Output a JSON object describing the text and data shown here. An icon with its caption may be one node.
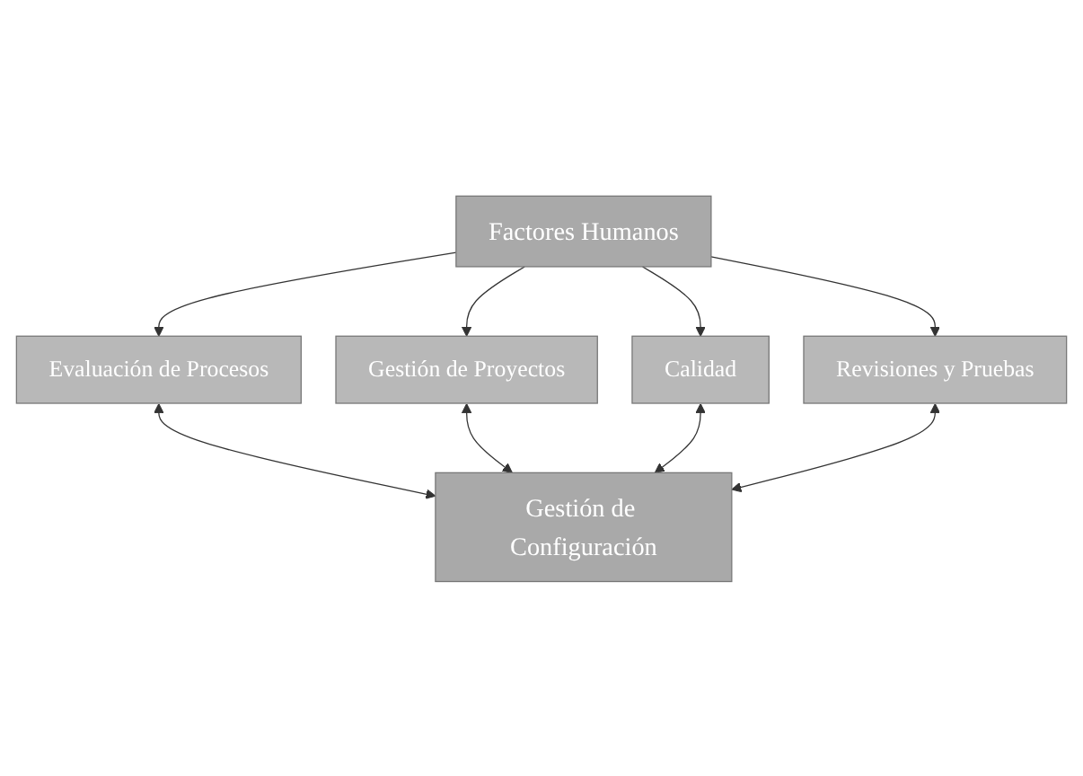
{
  "diagram": {
    "nodes": [
      {
        "text": [
          "Factores Humanos"
        ]
      },
      {
        "text": [
          "Evaluación de Procesos"
        ]
      },
      {
        "text": [
          "Gestión de Proyectos"
        ]
      },
      {
        "text": [
          "Calidad"
        ]
      },
      {
        "text": [
          "Revisiones y Pruebas"
        ]
      },
      {
        "text": [
          "Gestión de Configuración"
        ]
      }
    ],
    "edges": [
      {
        "from": 0,
        "to": 1,
        "arrow": "to"
      },
      {
        "from": 0,
        "to": 2,
        "arrow": "to"
      },
      {
        "from": 0,
        "to": 3,
        "arrow": "to"
      },
      {
        "from": 0,
        "to": 4,
        "arrow": "to"
      },
      {
        "from": 1,
        "to": 5,
        "arrow": "both"
      },
      {
        "from": 2,
        "to": 5,
        "arrow": "both"
      },
      {
        "from": 3,
        "to": 5,
        "arrow": "both"
      },
      {
        "from": 4,
        "to": 5,
        "arrow": "both"
      }
    ]
  }
}
